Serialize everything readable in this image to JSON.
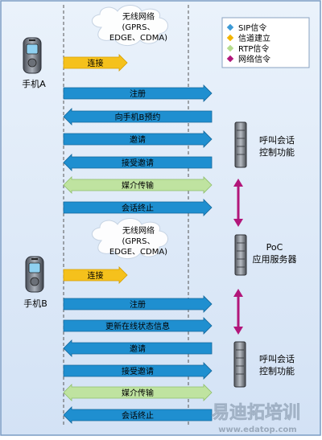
{
  "phones": {
    "a_label": "手机A",
    "b_label": "手机B"
  },
  "clouds": [
    {
      "line1": "无线网络",
      "line2": "(GPRS、",
      "line3": "EDGE、CDMA)"
    },
    {
      "line1": "无线网络",
      "line2": "(GPRS、",
      "line3": "EDGE、CDMA)"
    }
  ],
  "legend": {
    "items": [
      {
        "label": "SIP信令",
        "color": "#3c9ad6"
      },
      {
        "label": "信道建立",
        "color": "#f2b400"
      },
      {
        "label": "RTP信令",
        "color": "#b5dc8e"
      },
      {
        "label": "网络信令",
        "color": "#b2167a"
      }
    ]
  },
  "colors": {
    "sip": "#1f8fd0",
    "channel": "#f5c11c",
    "rtp": "#bfe3a0",
    "network": "#b2167a",
    "background": "#dfeaf8",
    "border": "#7a9cc4"
  },
  "messages": [
    {
      "label": "连接",
      "type": "channel",
      "dir": "right"
    },
    {
      "label": "注册",
      "type": "sip",
      "dir": "right"
    },
    {
      "label": "向手机B预约",
      "type": "sip",
      "dir": "left"
    },
    {
      "label": "邀请",
      "type": "sip",
      "dir": "right"
    },
    {
      "label": "接受邀请",
      "type": "sip",
      "dir": "left"
    },
    {
      "label": "媒介传输",
      "type": "rtp",
      "dir": "both"
    },
    {
      "label": "会话终止",
      "type": "sip",
      "dir": "right"
    },
    {
      "label": "连接",
      "type": "channel",
      "dir": "right"
    },
    {
      "label": "注册",
      "type": "sip",
      "dir": "right"
    },
    {
      "label": "更新在线状态信息",
      "type": "sip",
      "dir": "right"
    },
    {
      "label": "邀请",
      "type": "sip",
      "dir": "left"
    },
    {
      "label": "接受邀请",
      "type": "sip",
      "dir": "right"
    },
    {
      "label": "媒介传输",
      "type": "rtp",
      "dir": "both"
    },
    {
      "label": "会话终止",
      "type": "sip",
      "dir": "left"
    }
  ],
  "servers": {
    "call_control_top": {
      "line1": "呼叫会话",
      "line2": "控制功能"
    },
    "poc": {
      "line1": "PoC",
      "line2": "应用服务器"
    },
    "call_control_bottom": {
      "line1": "呼叫会话",
      "line2": "控制功能"
    }
  },
  "watermark": {
    "brand": "易迪拓培训",
    "url": "www.edatop.com"
  }
}
